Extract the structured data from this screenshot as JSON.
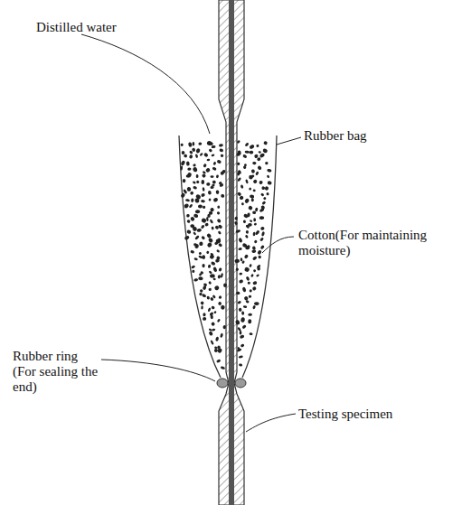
{
  "diagram": {
    "labels": [
      "Distilled water",
      "Rubber bag",
      "Cotton(For maintaining moisture)",
      "Rubber ring (For sealing the end)",
      "Testing specimen"
    ]
  }
}
